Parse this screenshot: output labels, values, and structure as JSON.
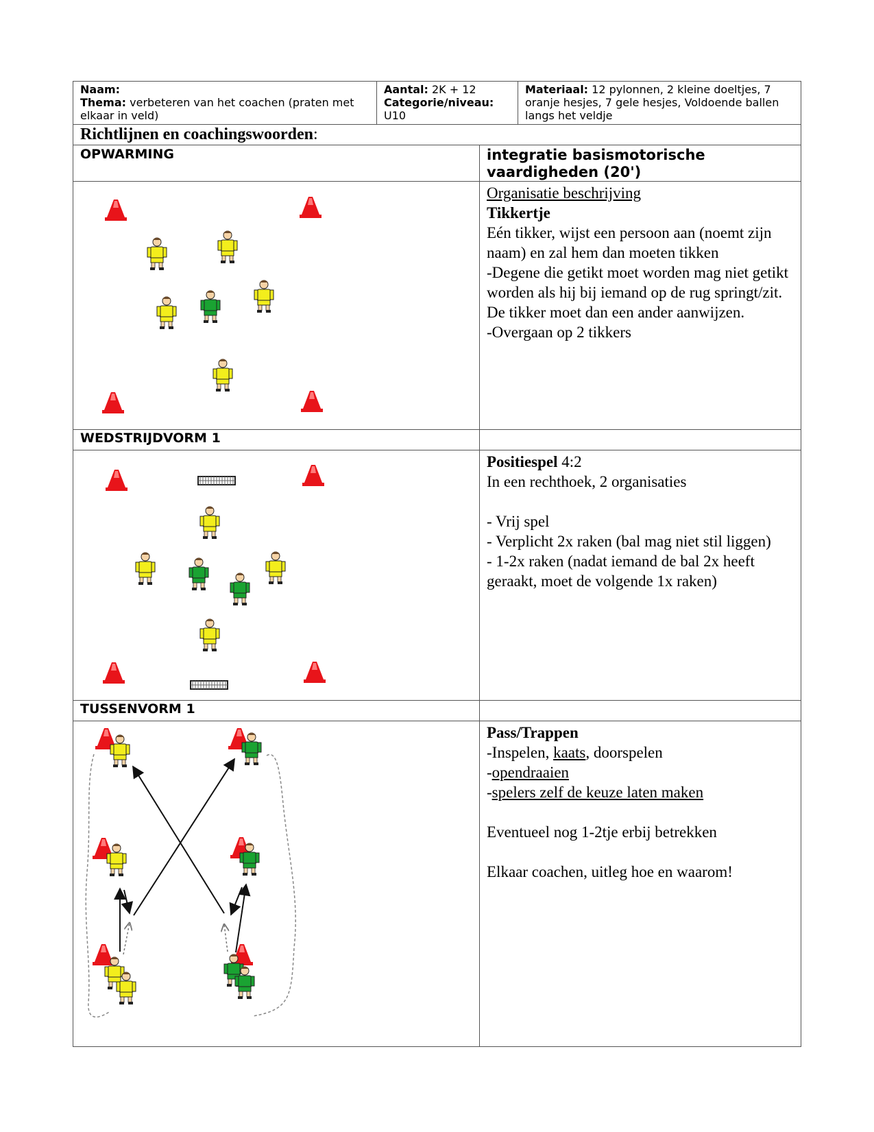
{
  "header": {
    "naam_label": "Naam:",
    "thema_label": "Thema:",
    "thema_value": "verbeteren van het coachen (praten met elkaar in veld)",
    "aantal_label": "Aantal:",
    "aantal_value": "2K + 12",
    "categorie_label": "Categorie/niveau:",
    "categorie_value": "U10",
    "materiaal_label": "Materiaal:",
    "materiaal_value": "12 pylonnen, 2 kleine doeltjes, 7 oranje hesjes, 7 gele hesjes, Voldoende ballen langs het veldje"
  },
  "richtlijnen": {
    "title": "Richtlijnen en coachingswoorden",
    "colon": ":"
  },
  "sections": [
    {
      "title": "OPWARMING",
      "right_title": "integratie basismotorische vaardigheden (20')",
      "org_label": "Organisatie beschrijving",
      "exercise_title": "Tikkertje",
      "lines": [
        "Eén tikker, wijst een persoon aan (noemt zijn naam) en zal hem dan moeten tikken",
        "-Degene die getikt moet worden mag niet getikt worden als hij bij iemand op de rug springt/zit. De tikker moet dan een ander aanwijzen.",
        "-Overgaan op 2 tikkers"
      ]
    },
    {
      "title": "WEDSTRIJDVORM 1",
      "exercise_title": "Positiespel",
      "exercise_suffix": " 4:2",
      "lines": [
        "In een rechthoek, 2 organisaties",
        "- Vrij spel",
        "- Verplicht 2x raken (bal mag niet stil liggen)",
        "- 1-2x raken (nadat iemand de bal 2x heeft geraakt, moet de volgende 1x raken)"
      ]
    },
    {
      "title": "TUSSENVORM 1",
      "exercise_title": "Pass/Trappen",
      "line1_prefix": "-Inspelen, ",
      "line1_kaats": "kaats",
      "line1_suffix": ", doorspelen",
      "line2_prefix": "-",
      "line2_link": "opendraaien",
      "line3_prefix": "-",
      "line3_link": "spelers zelf de keuze laten maken",
      "line4": "Eventueel nog 1-2tje erbij betrekken",
      "line5": "Elkaar coachen, uitleg hoe en waarom!"
    }
  ],
  "colors": {
    "cone": "#e8141a",
    "yellow": "#f3ee1c",
    "green": "#1aa332",
    "border": "#555555"
  },
  "icons": [
    "cone-icon",
    "yellow-player-icon",
    "green-player-icon",
    "goal-icon",
    "arrow-icon"
  ]
}
